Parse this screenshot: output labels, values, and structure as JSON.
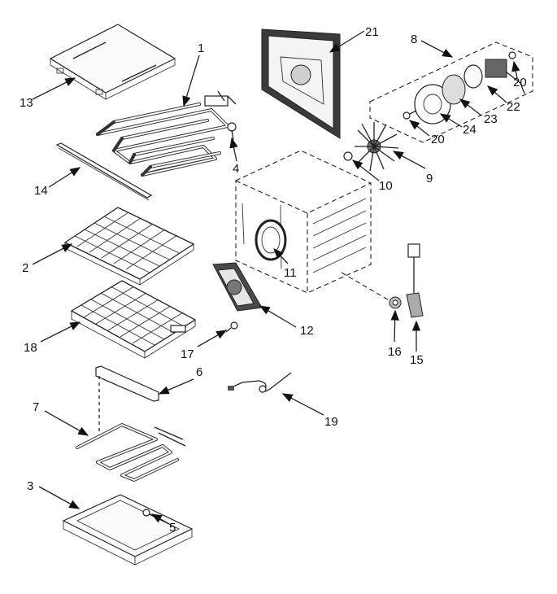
{
  "callouts": [
    "1",
    "2",
    "3",
    "4",
    "5",
    "6",
    "7",
    "8",
    "9",
    "10",
    "11",
    "12",
    "13",
    "14",
    "15",
    "16",
    "17",
    "18",
    "19",
    "20",
    "20",
    "21",
    "22",
    "23",
    "24"
  ]
}
